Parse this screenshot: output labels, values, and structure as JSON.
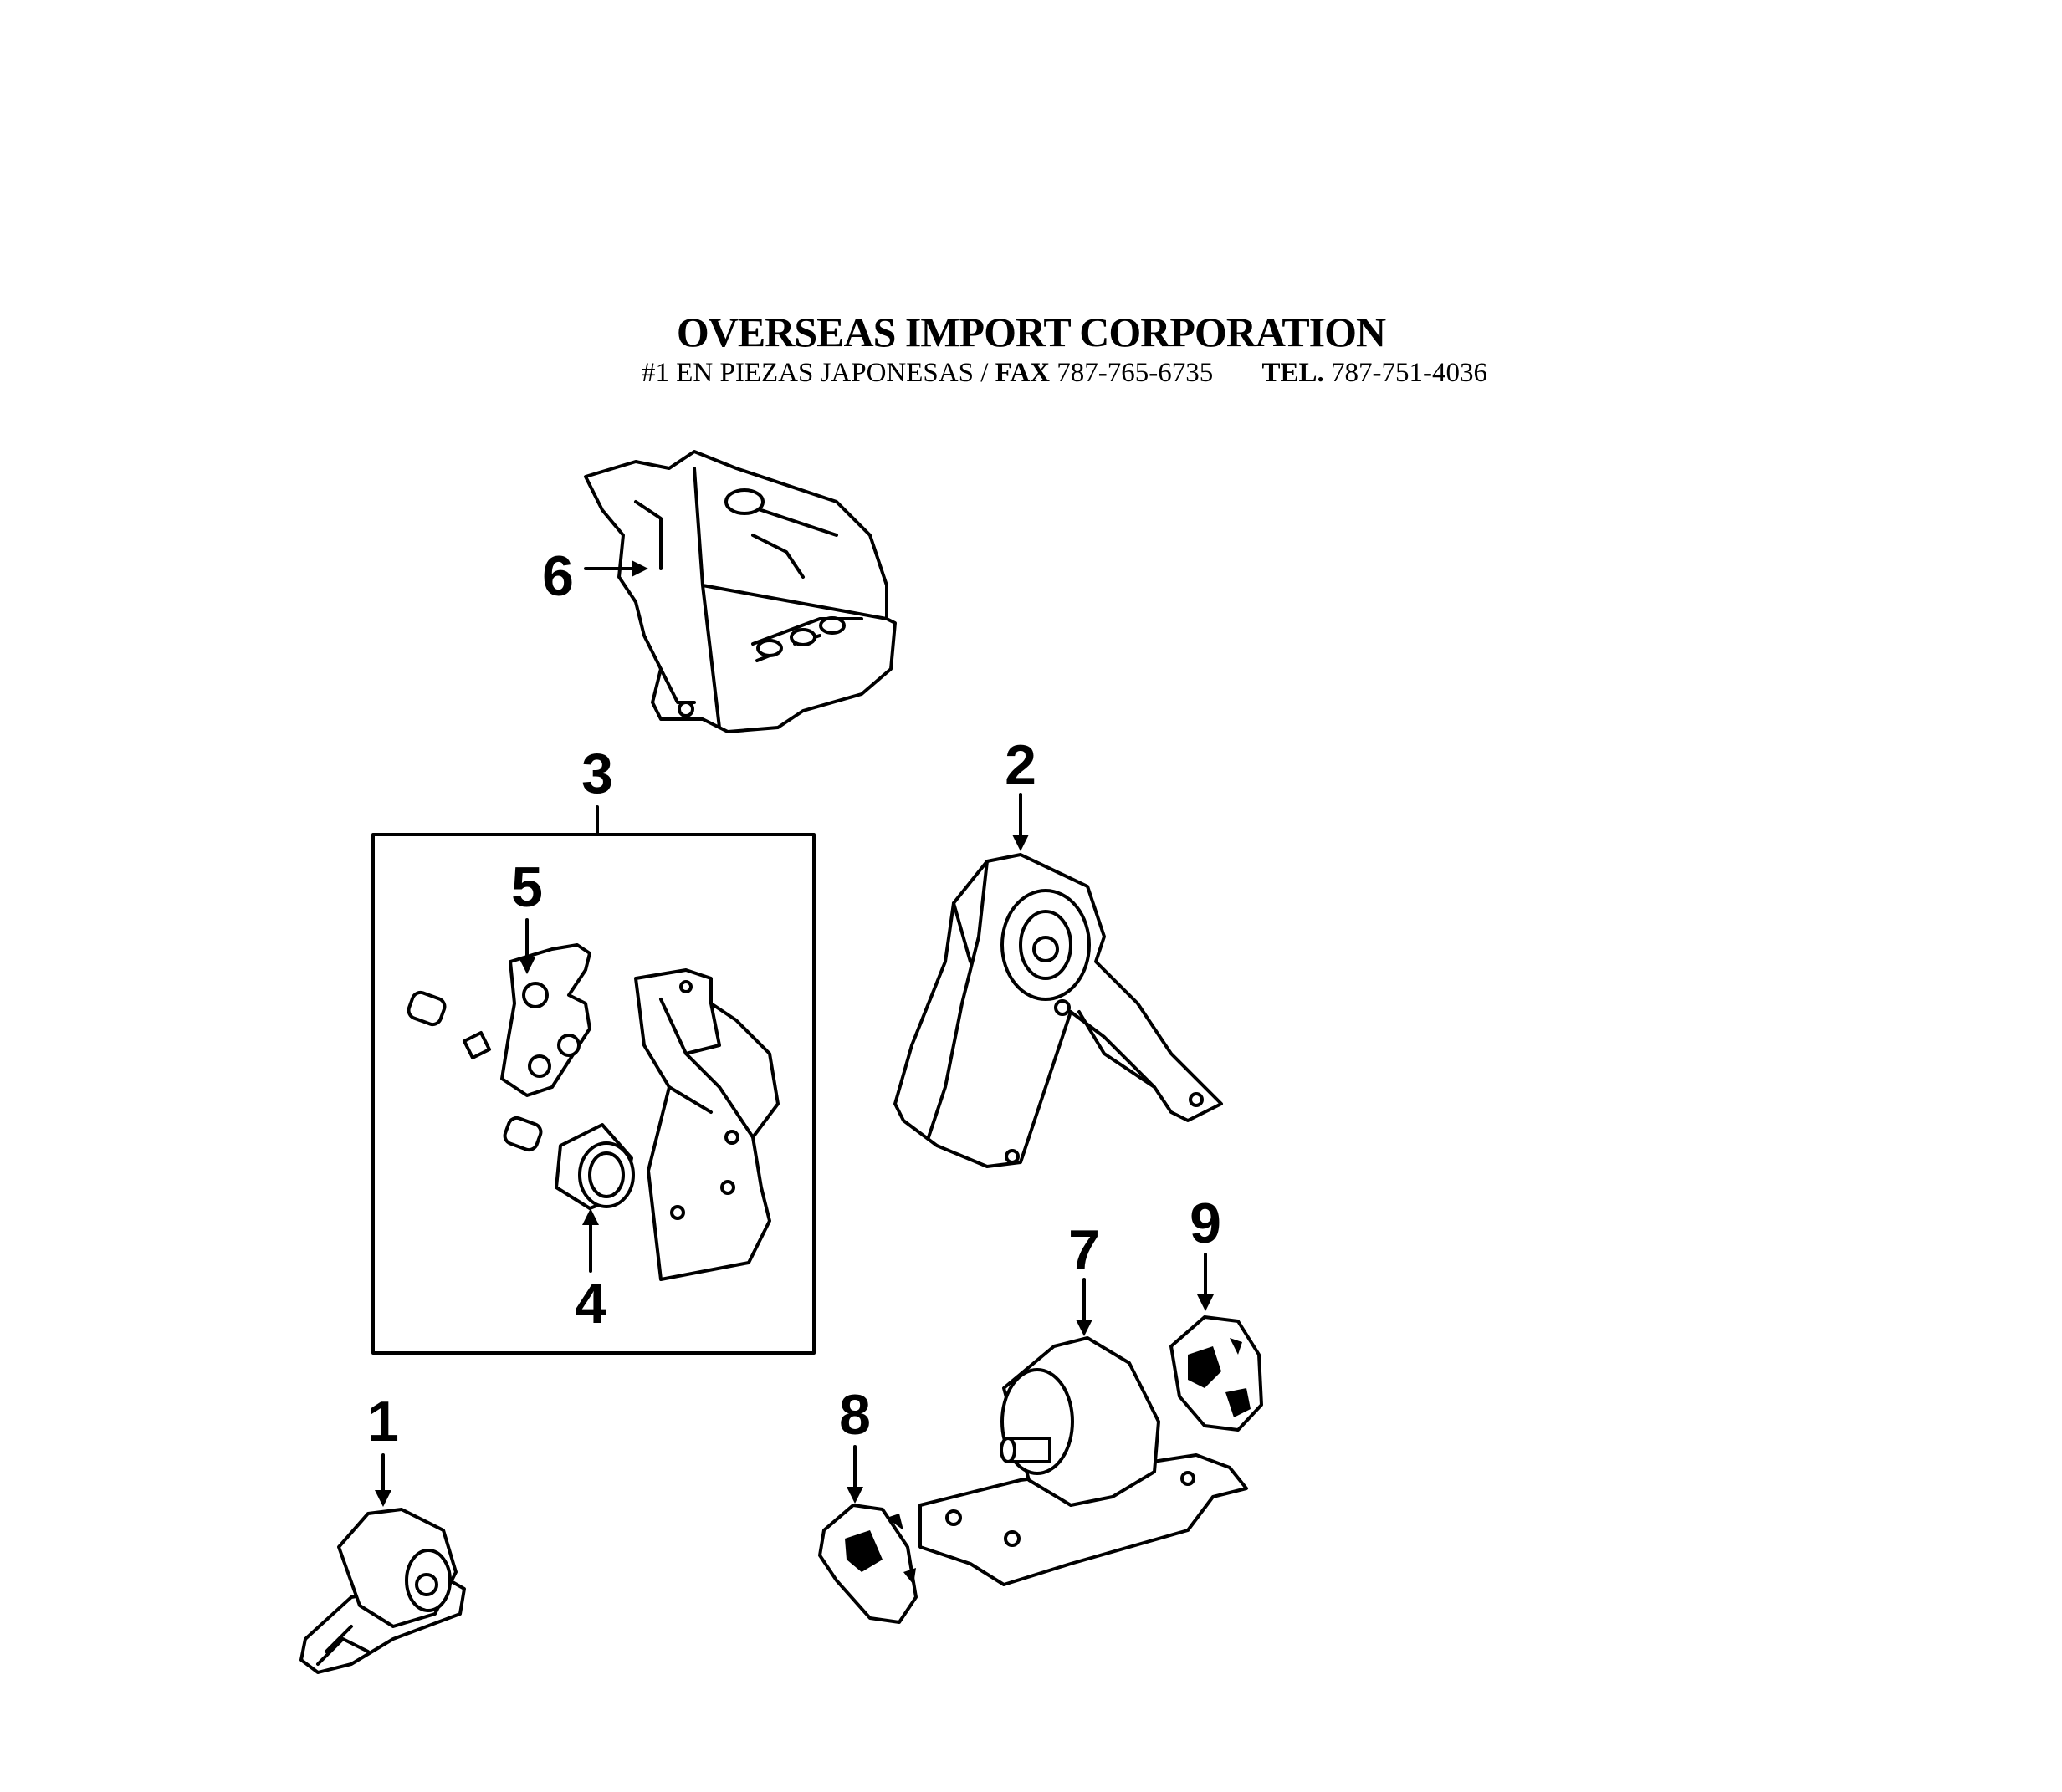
{
  "header": {
    "company": "OVERSEAS IMPORT CORPORATION",
    "tagline": "#1 EN PIEZAS JAPONESAS /",
    "fax_label": "FAX",
    "fax_number": "787-765-6735",
    "tel_label": "TEL.",
    "tel_number": "787-751-4036"
  },
  "callouts": [
    "1",
    "2",
    "3",
    "4",
    "5",
    "6",
    "7",
    "8",
    "9"
  ]
}
